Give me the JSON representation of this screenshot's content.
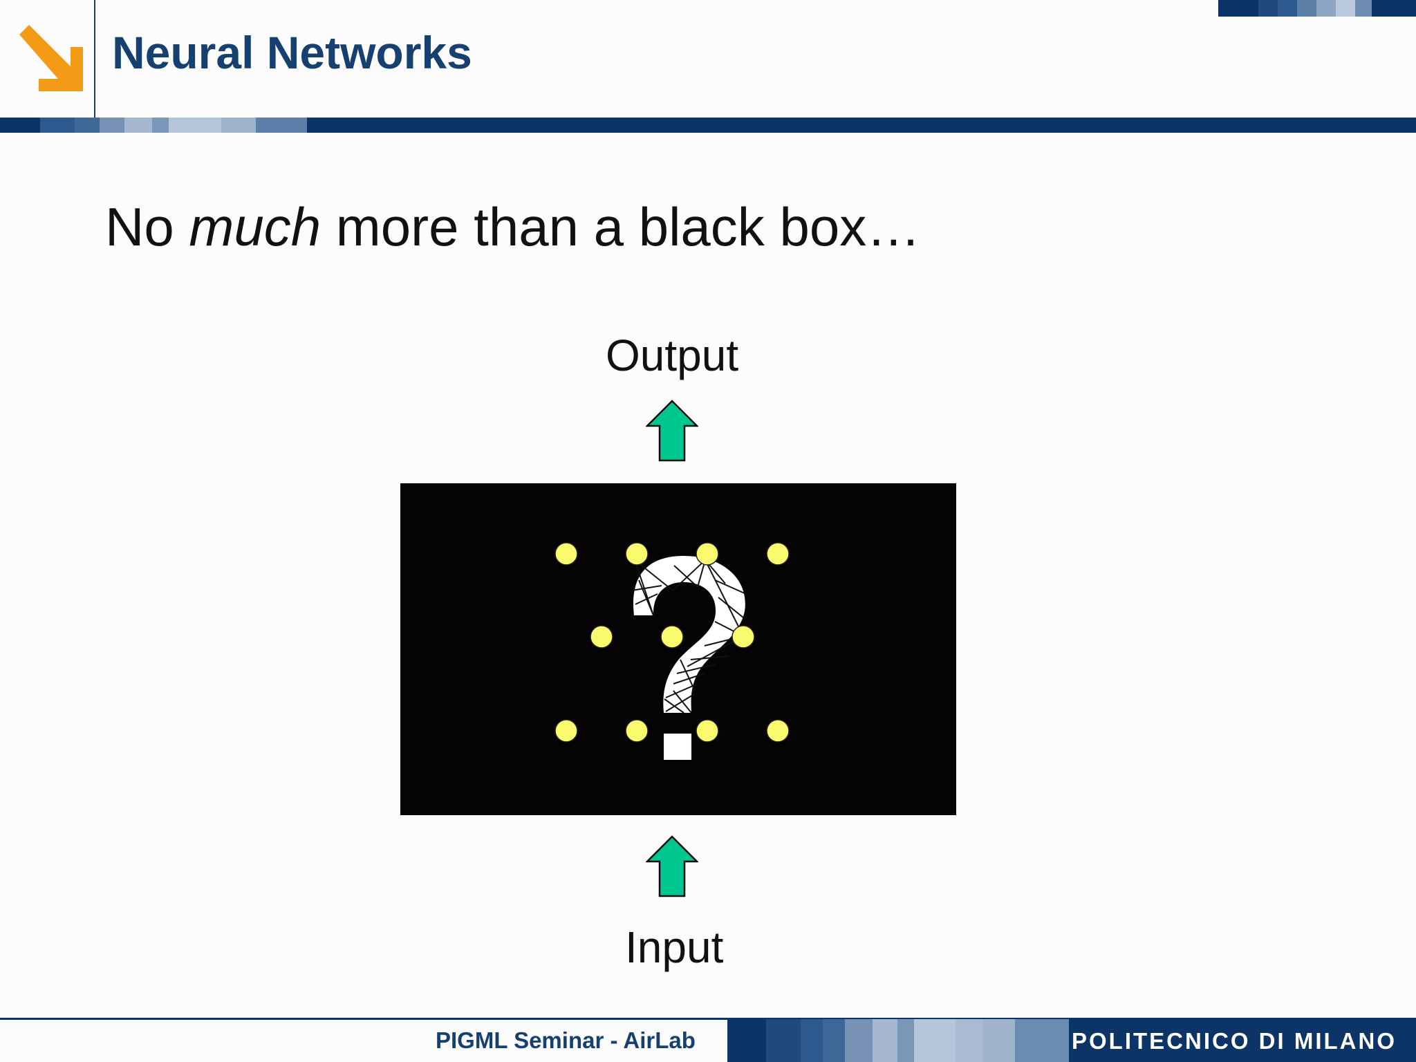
{
  "header": {
    "title": "Neural Networks",
    "logo_icon": "orange-down-right-arrow-icon"
  },
  "slide": {
    "subtitle_parts": [
      "No ",
      "much",
      " more than a black box…"
    ],
    "output_label": "Output",
    "input_label": "Input",
    "diagram_icons": [
      "question-mark-icon",
      "up-arrow-icon"
    ]
  },
  "footer": {
    "seminar": "PIGML Seminar - AirLab",
    "university": "POLITECNICO DI MILANO"
  },
  "colors": {
    "navy": "#0d3466",
    "title": "#16406f",
    "orange": "#f39b16",
    "arrow_fill": "#00c78f",
    "node_yellow": "#fafa6e",
    "box": "#050305"
  }
}
